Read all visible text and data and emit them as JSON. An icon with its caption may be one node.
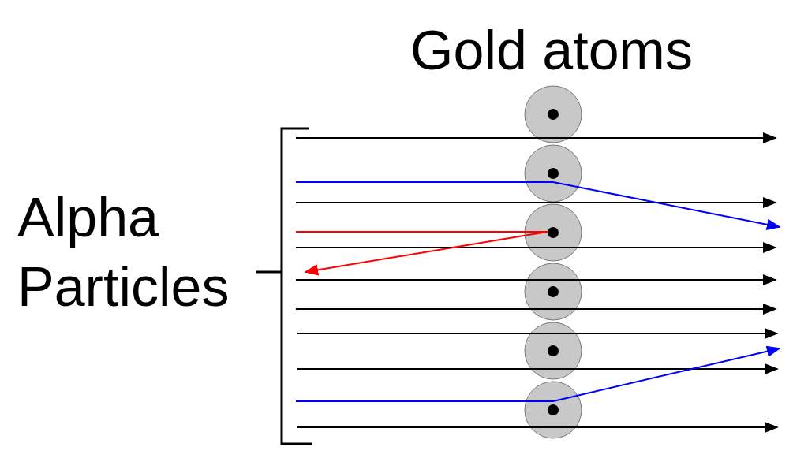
{
  "diagram": {
    "title": "Gold atoms",
    "nodes": [
      {
        "text": [],
        "shape": "circle"
      },
      {
        "text": [],
        "shape": "circle"
      },
      {
        "text": [],
        "shape": "circle"
      },
      {
        "text": [],
        "shape": "circle"
      },
      {
        "text": [],
        "shape": "circle"
      },
      {
        "text": [],
        "shape": "circle"
      }
    ],
    "edges": [
      {
        "from": null,
        "to": 1,
        "arrow": "none",
        "color": "#0000ff"
      },
      {
        "from": 1,
        "to": null,
        "arrow": "to",
        "color": "#0000ff"
      },
      {
        "from": null,
        "to": 2,
        "arrow": "none",
        "color": "#ff0000"
      },
      {
        "from": 2,
        "to": null,
        "arrow": "to",
        "color": "#ff0000"
      },
      {
        "from": null,
        "to": 5,
        "arrow": "none",
        "color": "#0000ff"
      },
      {
        "from": 5,
        "to": null,
        "arrow": "to",
        "color": "#0000ff"
      }
    ],
    "labels": [
      "Alpha Particles"
    ]
  }
}
